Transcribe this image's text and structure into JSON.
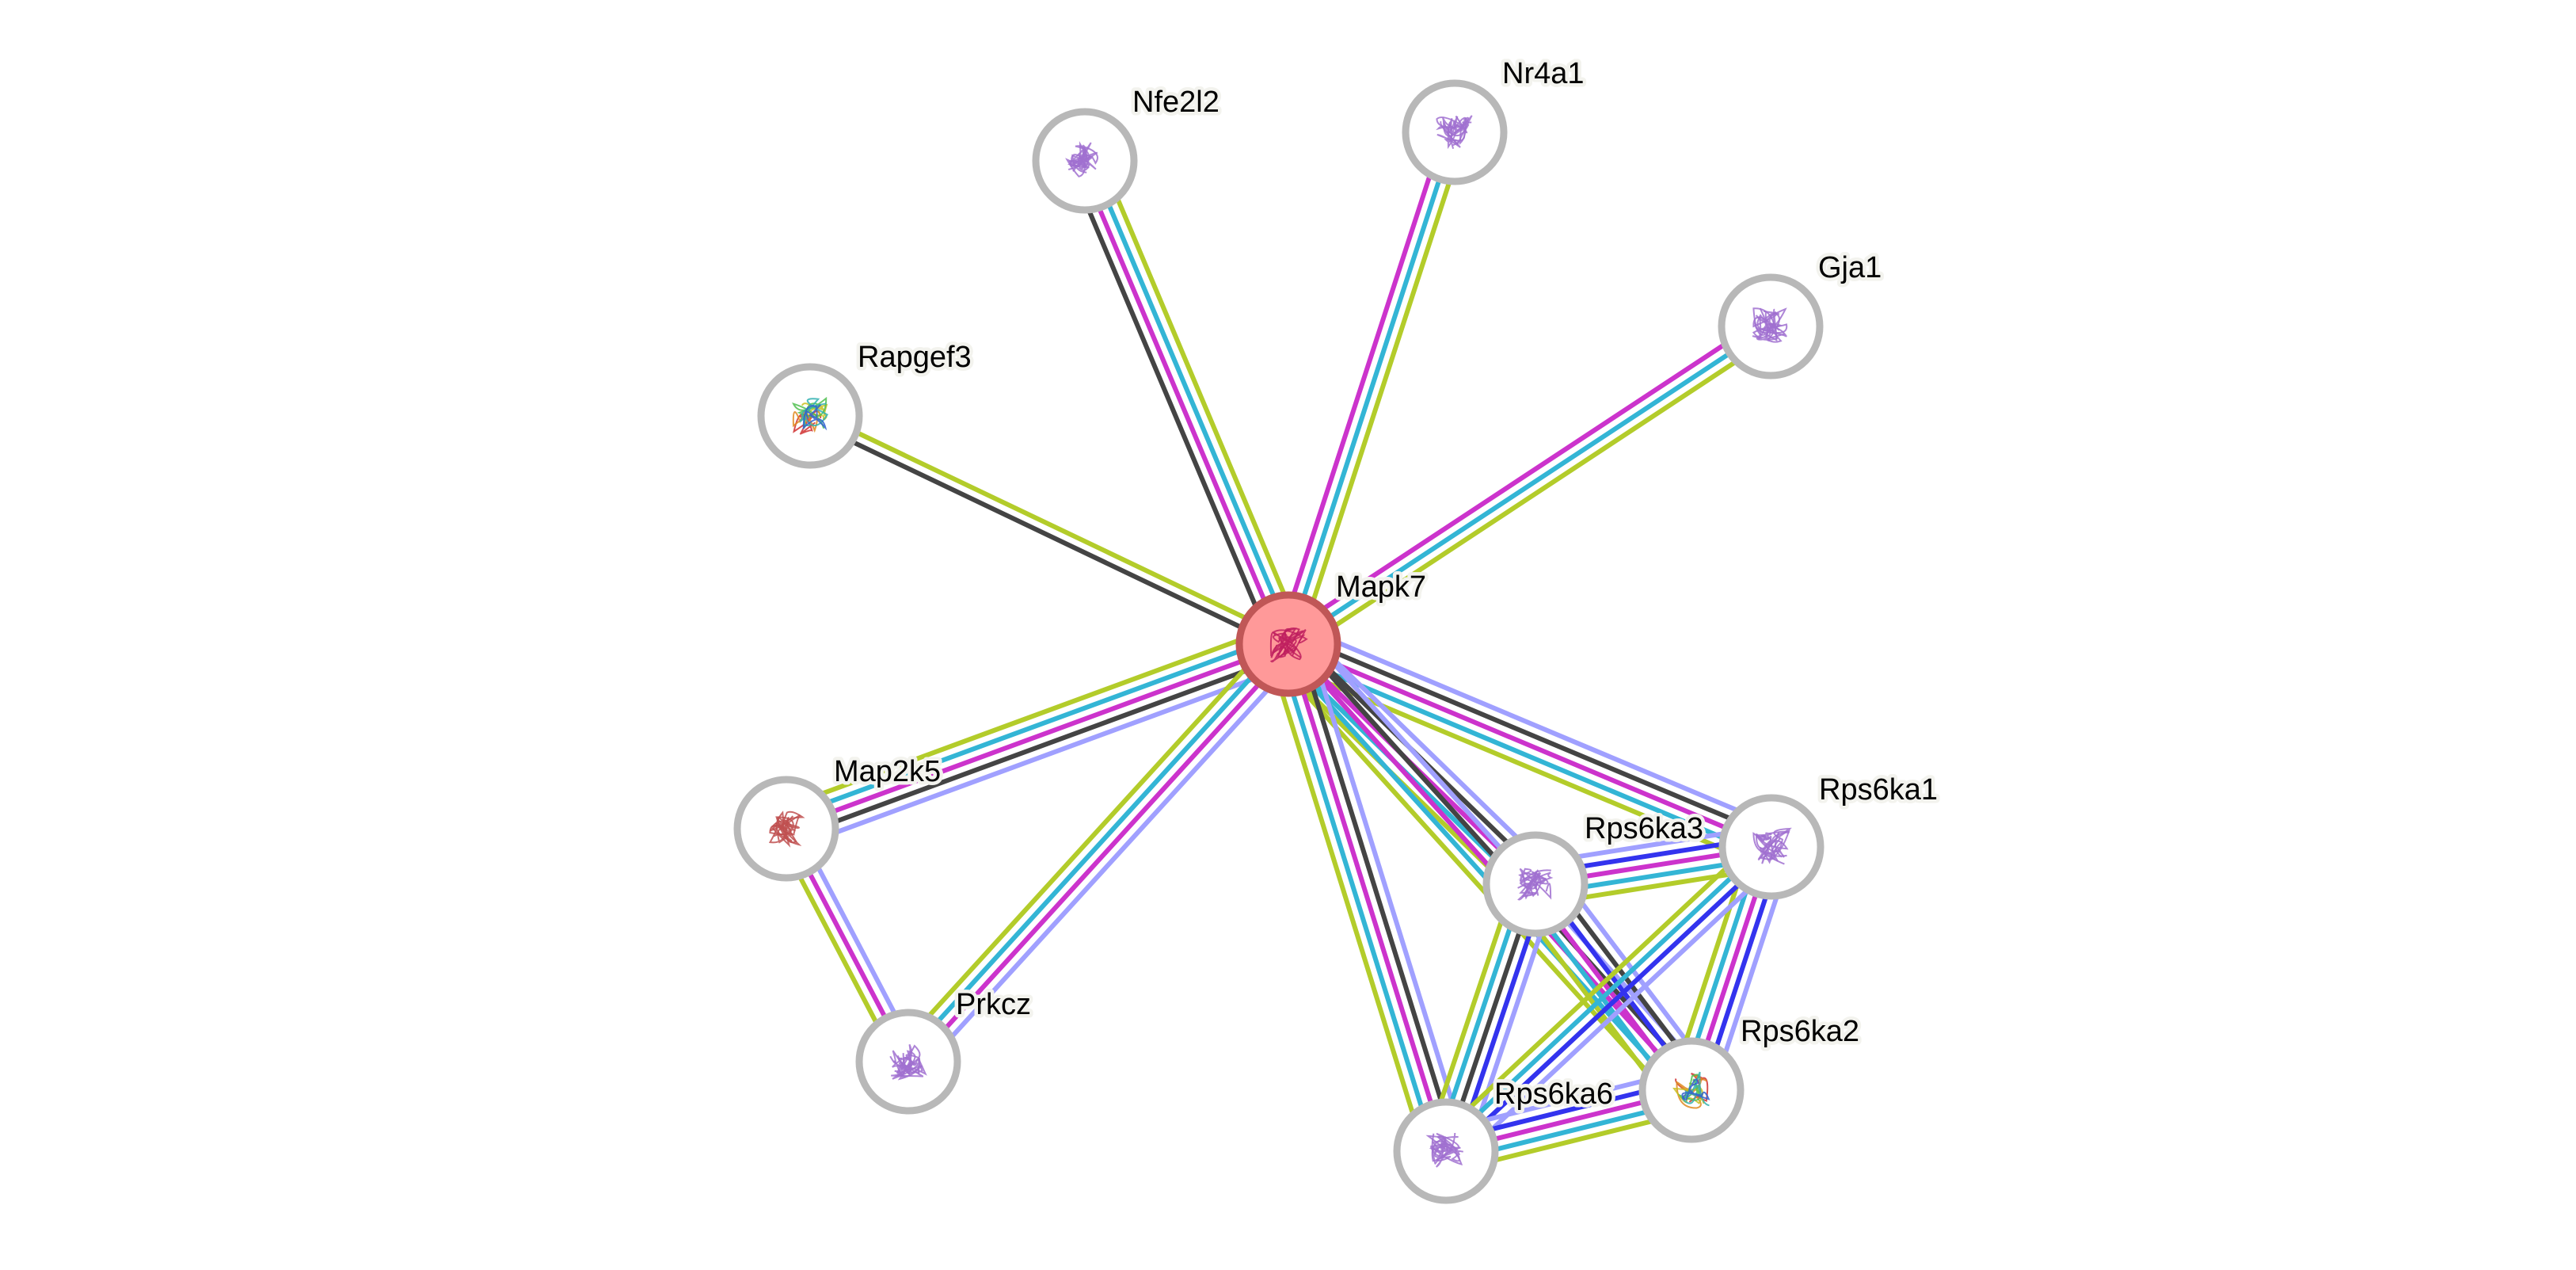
{
  "diagram": {
    "type": "protein-interaction-network",
    "query_protein": "Mapk7",
    "evidence_colors": {
      "database": "#a0a0ff",
      "coexpression": "#444444",
      "experiments": "#cc33cc",
      "curated": "#33b5d5",
      "textmining": "#b3cc2a",
      "known_pathway": "#3333ee"
    },
    "nodes": [
      {
        "id": "Mapk7",
        "label": "Mapk7",
        "query": true,
        "structure_color": "#c0205f"
      },
      {
        "id": "Nfe2l2",
        "label": "Nfe2l2",
        "query": false,
        "structure_color": "#a070d0"
      },
      {
        "id": "Nr4a1",
        "label": "Nr4a1",
        "query": false,
        "structure_color": "#a070d0"
      },
      {
        "id": "Gja1",
        "label": "Gja1",
        "query": false,
        "structure_color": "#a070d0"
      },
      {
        "id": "Rapgef3",
        "label": "Rapgef3",
        "query": false,
        "structure_color": "rainbow"
      },
      {
        "id": "Map2k5",
        "label": "Map2k5",
        "query": false,
        "structure_color": "#c05050"
      },
      {
        "id": "Prkcz",
        "label": "Prkcz",
        "query": false,
        "structure_color": "#a070d0"
      },
      {
        "id": "Rps6ka3",
        "label": "Rps6ka3",
        "query": false,
        "structure_color": "#a070d0"
      },
      {
        "id": "Rps6ka1",
        "label": "Rps6ka1",
        "query": false,
        "structure_color": "#a070d0"
      },
      {
        "id": "Rps6ka2",
        "label": "Rps6ka2",
        "query": false,
        "structure_color": "rainbow"
      },
      {
        "id": "Rps6ka6",
        "label": "Rps6ka6",
        "query": false,
        "structure_color": "#a070d0"
      }
    ],
    "edges": [
      {
        "source": "Mapk7",
        "target": "Nfe2l2",
        "evidence": [
          "coexpression",
          "experiments",
          "curated",
          "textmining"
        ]
      },
      {
        "source": "Mapk7",
        "target": "Nr4a1",
        "evidence": [
          "experiments",
          "curated",
          "textmining"
        ]
      },
      {
        "source": "Mapk7",
        "target": "Gja1",
        "evidence": [
          "experiments",
          "curated",
          "textmining"
        ]
      },
      {
        "source": "Mapk7",
        "target": "Rapgef3",
        "evidence": [
          "coexpression",
          "textmining"
        ]
      },
      {
        "source": "Mapk7",
        "target": "Map2k5",
        "evidence": [
          "database",
          "coexpression",
          "experiments",
          "curated",
          "textmining"
        ]
      },
      {
        "source": "Mapk7",
        "target": "Prkcz",
        "evidence": [
          "database",
          "experiments",
          "curated",
          "textmining"
        ]
      },
      {
        "source": "Mapk7",
        "target": "Rps6ka1",
        "evidence": [
          "database",
          "coexpression",
          "experiments",
          "curated",
          "textmining"
        ]
      },
      {
        "source": "Mapk7",
        "target": "Rps6ka3",
        "evidence": [
          "database",
          "coexpression",
          "experiments",
          "curated",
          "textmining"
        ]
      },
      {
        "source": "Mapk7",
        "target": "Rps6ka2",
        "evidence": [
          "database",
          "coexpression",
          "experiments",
          "curated",
          "textmining"
        ]
      },
      {
        "source": "Mapk7",
        "target": "Rps6ka6",
        "evidence": [
          "database",
          "coexpression",
          "experiments",
          "curated",
          "textmining"
        ]
      },
      {
        "source": "Map2k5",
        "target": "Prkcz",
        "evidence": [
          "database",
          "experiments",
          "textmining"
        ]
      },
      {
        "source": "Rps6ka3",
        "target": "Rps6ka1",
        "evidence": [
          "database",
          "known_pathway",
          "experiments",
          "curated",
          "textmining"
        ]
      },
      {
        "source": "Rps6ka3",
        "target": "Rps6ka2",
        "evidence": [
          "database",
          "coexpression",
          "known_pathway",
          "experiments",
          "curated",
          "textmining"
        ]
      },
      {
        "source": "Rps6ka3",
        "target": "Rps6ka6",
        "evidence": [
          "database",
          "known_pathway",
          "coexpression",
          "curated",
          "textmining"
        ]
      },
      {
        "source": "Rps6ka1",
        "target": "Rps6ka2",
        "evidence": [
          "database",
          "known_pathway",
          "experiments",
          "curated",
          "textmining"
        ]
      },
      {
        "source": "Rps6ka1",
        "target": "Rps6ka6",
        "evidence": [
          "database",
          "known_pathway",
          "curated",
          "textmining"
        ]
      },
      {
        "source": "Rps6ka6",
        "target": "Rps6ka2",
        "evidence": [
          "database",
          "known_pathway",
          "experiments",
          "curated",
          "textmining"
        ]
      }
    ]
  }
}
